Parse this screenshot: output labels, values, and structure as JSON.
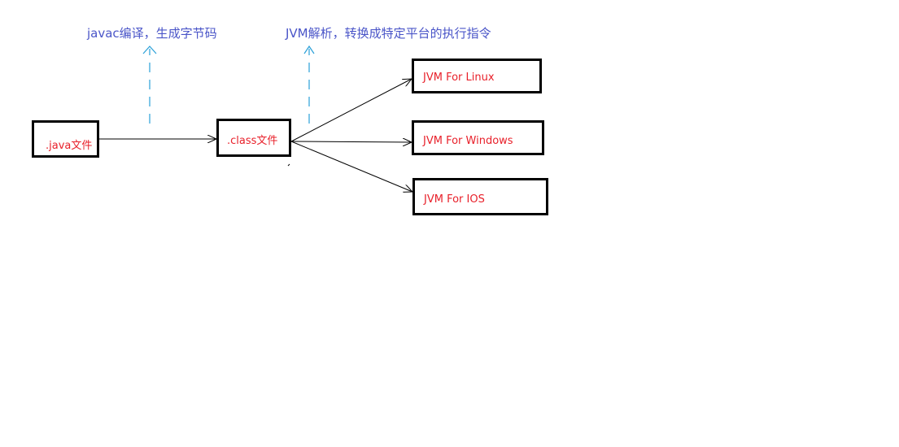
{
  "diagram": {
    "nodes": {
      "java_file": ".java文件",
      "class_file": ".class文件",
      "jvm_linux": "JVM For Linux",
      "jvm_windows": "JVM For Windows",
      "jvm_ios": "JVM For IOS"
    },
    "annotations": {
      "javac": "javac编译，生成字节码",
      "jvm": "JVM解析，转换成特定平台的执行指令"
    },
    "edges": [
      {
        "from": "java_file",
        "to": "class_file",
        "style": "solid"
      },
      {
        "from": "class_file",
        "to": "jvm_linux",
        "style": "solid"
      },
      {
        "from": "class_file",
        "to": "jvm_windows",
        "style": "solid"
      },
      {
        "from": "class_file",
        "to": "jvm_ios",
        "style": "solid"
      }
    ],
    "colors": {
      "node_text": "#e8202a",
      "annotation_text": "#4a55c8",
      "dashed_arrow": "#2aa0d8",
      "border": "#000000"
    }
  }
}
